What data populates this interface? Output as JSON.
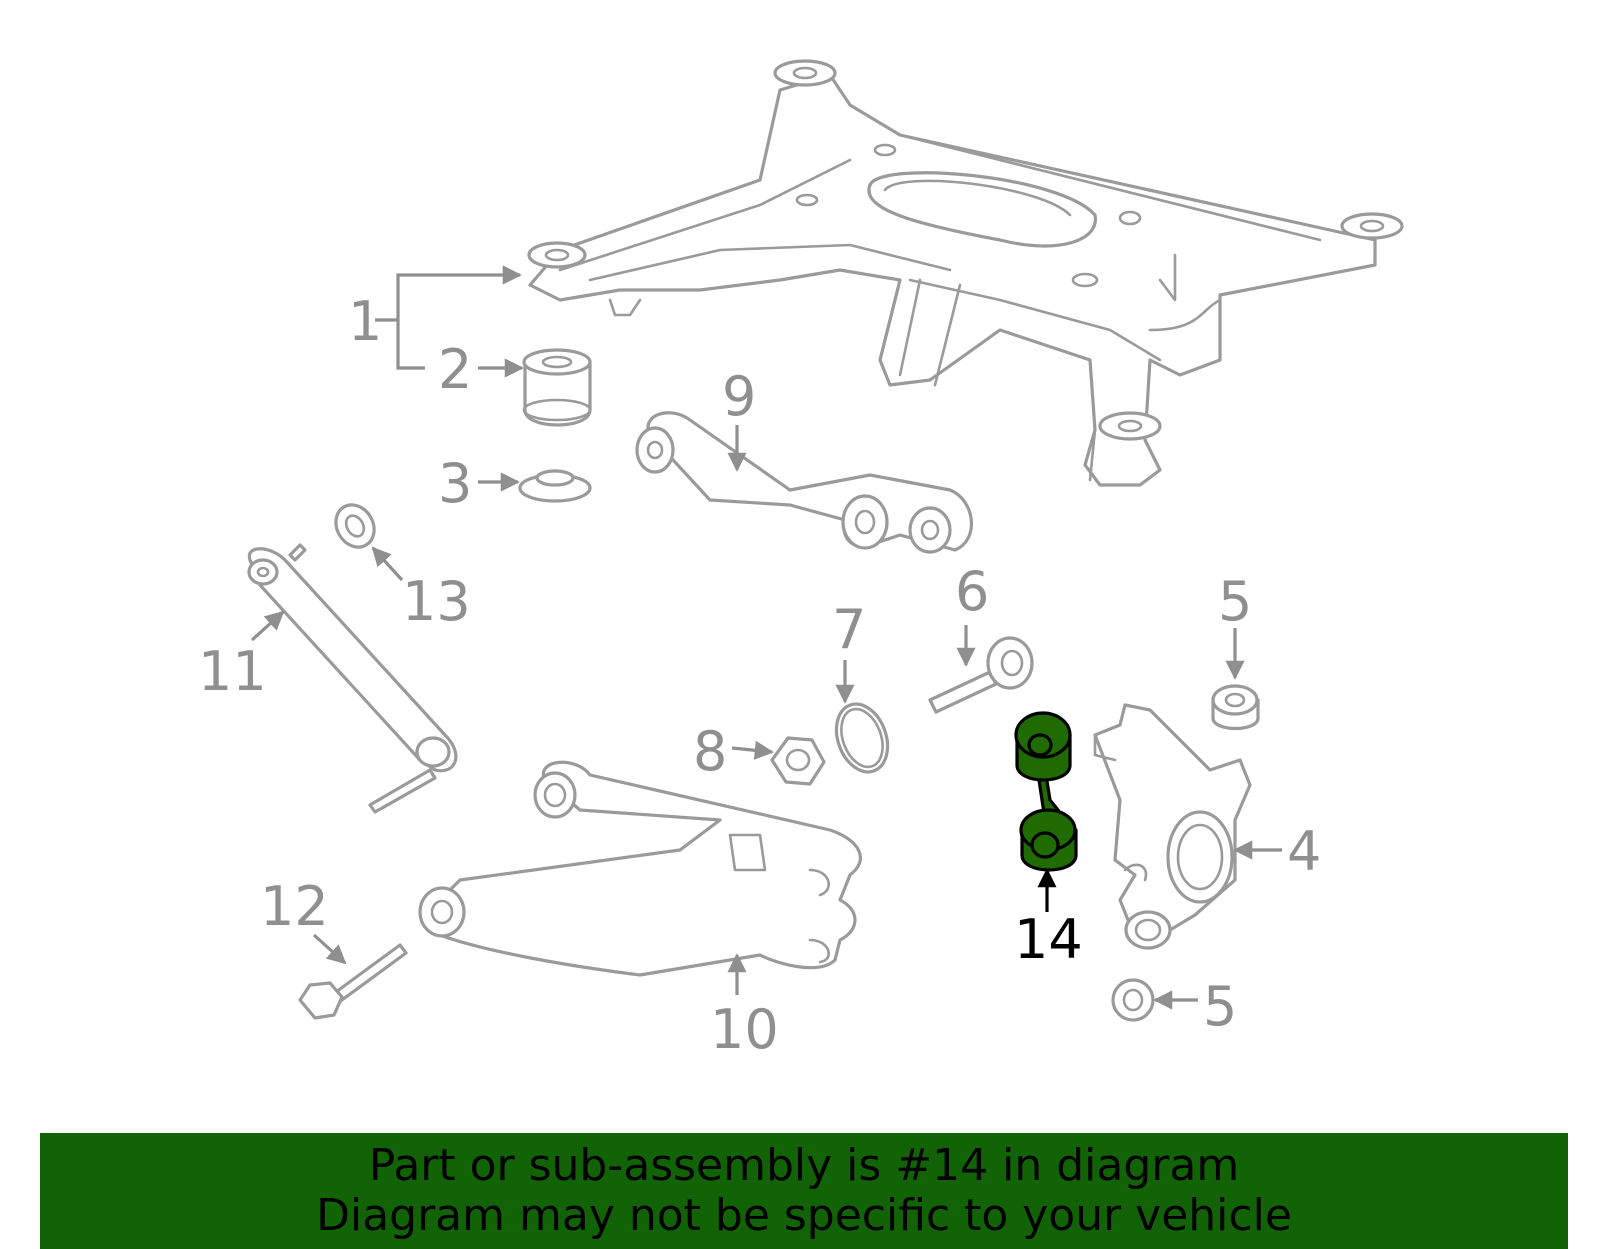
{
  "diagram": {
    "highlight_color": "#116306",
    "part_stroke_color": "#9a9a9a",
    "callouts": [
      {
        "id": "1",
        "label": "1",
        "part": "subframe"
      },
      {
        "id": "2",
        "label": "2",
        "part": "upper-bushing"
      },
      {
        "id": "3",
        "label": "3",
        "part": "lower-bushing"
      },
      {
        "id": "4",
        "label": "4",
        "part": "knuckle"
      },
      {
        "id": "5a",
        "label": "5",
        "part": "knuckle-bushing-upper"
      },
      {
        "id": "5b",
        "label": "5",
        "part": "knuckle-bushing-lower"
      },
      {
        "id": "6",
        "label": "6",
        "part": "cam-bolt"
      },
      {
        "id": "7",
        "label": "7",
        "part": "o-ring"
      },
      {
        "id": "8",
        "label": "8",
        "part": "nut"
      },
      {
        "id": "9",
        "label": "9",
        "part": "upper-control-arm"
      },
      {
        "id": "10",
        "label": "10",
        "part": "lower-control-arm"
      },
      {
        "id": "11",
        "label": "11",
        "part": "toe-link"
      },
      {
        "id": "12",
        "label": "12",
        "part": "flange-bolt"
      },
      {
        "id": "13",
        "label": "13",
        "part": "washer"
      },
      {
        "id": "14",
        "label": "14",
        "part": "stabilizer-link",
        "highlighted": true
      }
    ]
  },
  "banner": {
    "line1": "Part or sub-assembly is #14 in diagram",
    "line2": "Diagram may not be specific to your vehicle"
  }
}
